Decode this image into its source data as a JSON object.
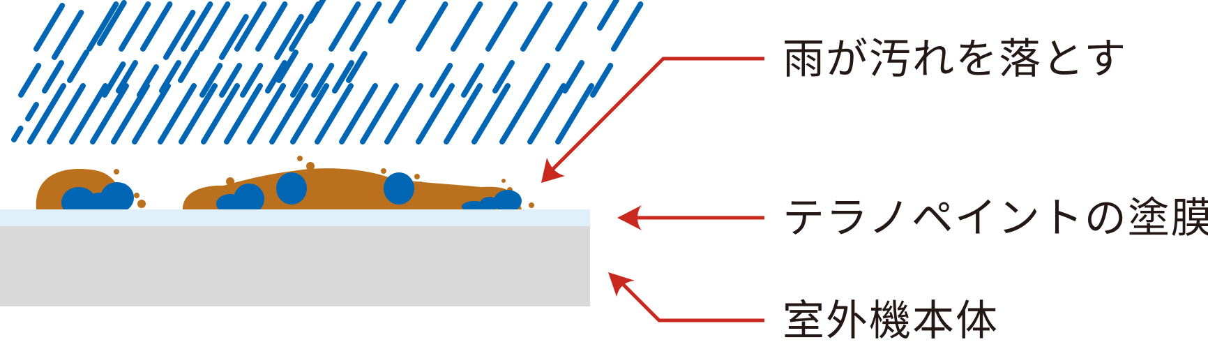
{
  "diagram": {
    "title": "",
    "labels": {
      "rain_cleans_dirt": "雨が汚れを落とす",
      "terra_paint_coating": "テラノペイントの塗膜",
      "outdoor_unit_body": "室外機本体"
    },
    "colors": {
      "rain": "#0066b3",
      "dirt": "#bb701e",
      "water_droplet": "#0066b3",
      "coating": "#dff0fa",
      "unit_body": "#d9d9d9",
      "arrow": "#c8281e",
      "text": "#231815"
    }
  }
}
